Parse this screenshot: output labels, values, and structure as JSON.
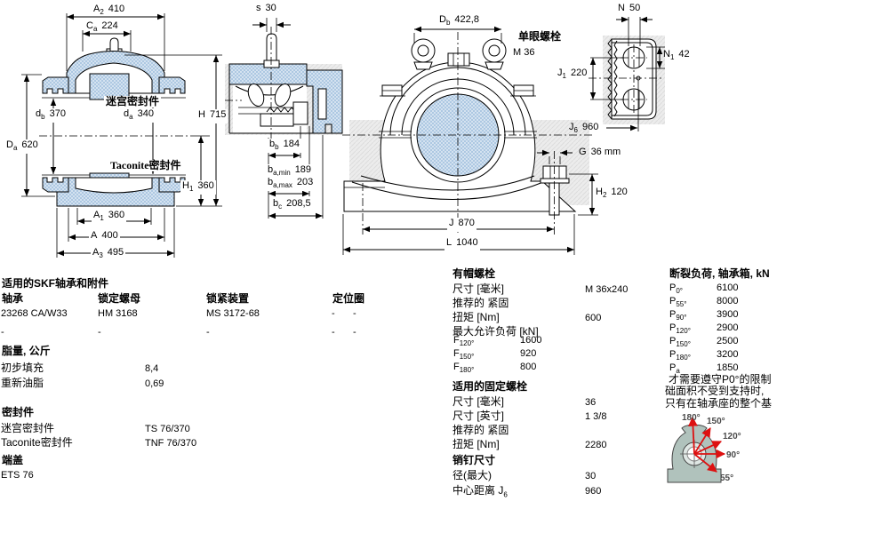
{
  "drawings": {
    "section_view": {
      "dims": {
        "A2": {
          "pre": "A",
          "sub": "2",
          "val": "410"
        },
        "Ca": {
          "pre": "C",
          "sub": "a",
          "val": "224"
        },
        "db": {
          "pre": "d",
          "sub": "b",
          "val": "370"
        },
        "da": {
          "pre": "d",
          "sub": "a",
          "val": "340"
        },
        "H": {
          "pre": "H",
          "sub": "",
          "val": "715"
        },
        "Da": {
          "pre": "D",
          "sub": "a",
          "val": "620"
        },
        "H1": {
          "pre": "H",
          "sub": "1",
          "val": "360"
        },
        "A1": {
          "pre": "A",
          "sub": "1",
          "val": "360"
        },
        "A": {
          "pre": "A",
          "sub": "",
          "val": "400"
        },
        "A3": {
          "pre": "A",
          "sub": "3",
          "val": "495"
        }
      },
      "labyrinth_seal_label": "迷宫密封件",
      "taconite_seal_label": "Taconite密封件"
    },
    "side_view": {
      "dims": {
        "s": {
          "pre": "s",
          "sub": "",
          "val": "30"
        },
        "bb": {
          "pre": "b",
          "sub": "b",
          "val": "184"
        },
        "bamin": {
          "pre": "b",
          "sub": "a,min",
          "val": "189"
        },
        "bamax": {
          "pre": "b",
          "sub": "a,max",
          "val": "203"
        },
        "bc": {
          "pre": "b",
          "sub": "c",
          "val": "208,5"
        }
      }
    },
    "front_view": {
      "eyebolt_label": "单眼螺栓",
      "eyebolt_size": "M 36",
      "dims": {
        "Db": {
          "pre": "D",
          "sub": "b",
          "val": "422,8"
        },
        "J": {
          "pre": "J",
          "sub": "",
          "val": "870"
        },
        "L": {
          "pre": "L",
          "sub": "",
          "val": "1040"
        },
        "G": {
          "pre": "G",
          "sub": "",
          "val": "36 mm"
        },
        "H2": {
          "pre": "H",
          "sub": "2",
          "val": "120"
        }
      }
    },
    "base_plan": {
      "dims": {
        "N": {
          "pre": "N",
          "sub": "",
          "val": "50"
        },
        "N1": {
          "pre": "N",
          "sub": "1",
          "val": "42"
        },
        "J1": {
          "pre": "J",
          "sub": "1",
          "val": "220"
        },
        "J6": {
          "pre": "J",
          "sub": "6",
          "val": "960"
        }
      }
    }
  },
  "tables": {
    "bearings": {
      "title": "适用的SKF轴承和附件",
      "headers": [
        "轴承",
        "锁定螺母",
        "锁紧装置",
        "定位圈"
      ],
      "rows": [
        [
          "23268 CA/W33",
          "HM 3168",
          "MS 3172-68",
          "-",
          "-"
        ],
        [
          "-",
          "-",
          "-",
          "-",
          "-"
        ]
      ]
    },
    "grease": {
      "title": "脂量, 公斤",
      "rows": [
        {
          "label": "初步填充",
          "value": "8,4"
        },
        {
          "label": "重新油脂",
          "value": "0,69"
        }
      ]
    },
    "seals": {
      "title": "密封件",
      "rows": [
        {
          "label": "迷宫密封件",
          "value": "TS 76/370"
        },
        {
          "label": "Taconite密封件",
          "value": "TNF 76/370"
        }
      ]
    },
    "end_cover": {
      "title": "端盖",
      "value": "ETS 76"
    },
    "cap_bolts": {
      "title": "有帽螺栓",
      "rows": [
        {
          "label": "尺寸 [毫米]",
          "value": "M 36x240"
        },
        {
          "label": "推荐的 紧固",
          "value": ""
        },
        {
          "label": "扭矩 [Nm]",
          "value": "600"
        },
        {
          "label": "最大允许负荷 [kN]",
          "value": ""
        }
      ],
      "loads": [
        {
          "pre": "F",
          "sub": "120°",
          "value": "1600"
        },
        {
          "pre": "F",
          "sub": "150°",
          "value": "920"
        },
        {
          "pre": "F",
          "sub": "180°",
          "value": "800"
        }
      ]
    },
    "foundation_bolts": {
      "title": "适用的固定螺栓",
      "rows": [
        {
          "label": "尺寸 [毫米]",
          "value": "36"
        },
        {
          "label": "尺寸 [英寸]",
          "value": "1 3/8"
        },
        {
          "label": "推荐的 紧固",
          "value": ""
        },
        {
          "label": "扭矩 [Nm]",
          "value": "2280"
        }
      ]
    },
    "dowel_pins": {
      "title": "销钉尺寸",
      "rows": [
        {
          "label": "径(最大)",
          "value": "30"
        },
        {
          "label": "中心距离 J",
          "sub": "6",
          "value": "960"
        }
      ]
    },
    "breaking_loads": {
      "title": "断裂负荷, 轴承箱, kN",
      "rows": [
        {
          "pre": "P",
          "sub": "0°",
          "value": "6100"
        },
        {
          "pre": "P",
          "sub": "55°",
          "value": "8000"
        },
        {
          "pre": "P",
          "sub": "90°",
          "value": "3900"
        },
        {
          "pre": "P",
          "sub": "120°",
          "value": "2900"
        },
        {
          "pre": "P",
          "sub": "150°",
          "value": "2500"
        },
        {
          "pre": "P",
          "sub": "180°",
          "value": "3200"
        },
        {
          "pre": "P",
          "sub": "a",
          "value": "1850"
        }
      ],
      "note_lines": [
        "才需要遵守P0°的限制",
        "础面积不受到支持时,",
        "只有在轴承座的整个基"
      ],
      "angle_labels": [
        "180°",
        "150°",
        "120°",
        "90°",
        "55°"
      ]
    }
  },
  "colors": {
    "housing_blue": "#c3d7ea",
    "hatch_gray": "#ececec",
    "arrow_red": "#dd1111"
  }
}
